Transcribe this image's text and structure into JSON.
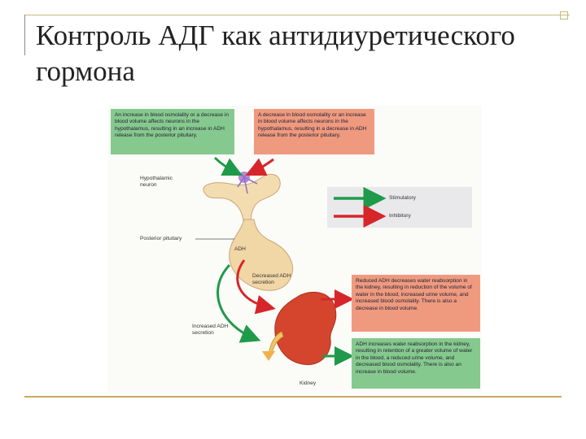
{
  "slide": {
    "title": "Контроль АДГ как антидиуретического гормона"
  },
  "diagram": {
    "boxes": {
      "top_left": "An increase in blood osmolality or a decrease in blood volume affects neurons in the hypothalamus, resulting in an increase in ADH release from the posterior pituitary.",
      "top_right": "A decrease in blood osmolality or an increase in blood volume affects neurons in the hypothalamus, resulting in a decrease in ADH release from the posterior pituitary.",
      "mid_right": "Reduced ADH decreases water reabsorption in the kidney, resulting in reduction of the volume of water in the blood, increased urine volume, and increased blood osmolality. There is also a decrease in blood volume.",
      "bottom_right": "ADH increases water reabsorption in the kidney, resulting in retention of a greater volume of water in the blood, a reduced urine volume, and decreased blood osmolality. There is also an increase in blood volume."
    },
    "legend": {
      "stimulatory": "Stimulatory",
      "inhibitory": "Inhibitory",
      "stimulatory_color": "#1f9a4a",
      "inhibitory_color": "#d6262a"
    },
    "labels": {
      "hypothalamic_neuron": "Hypothalamic neuron",
      "posterior_pituitary": "Posterior pituitary",
      "adh": "ADH",
      "decreased_adh": "Decreased ADH secretion",
      "increased_adh": "Increased ADH secretion",
      "kidney": "Kidney"
    }
  }
}
